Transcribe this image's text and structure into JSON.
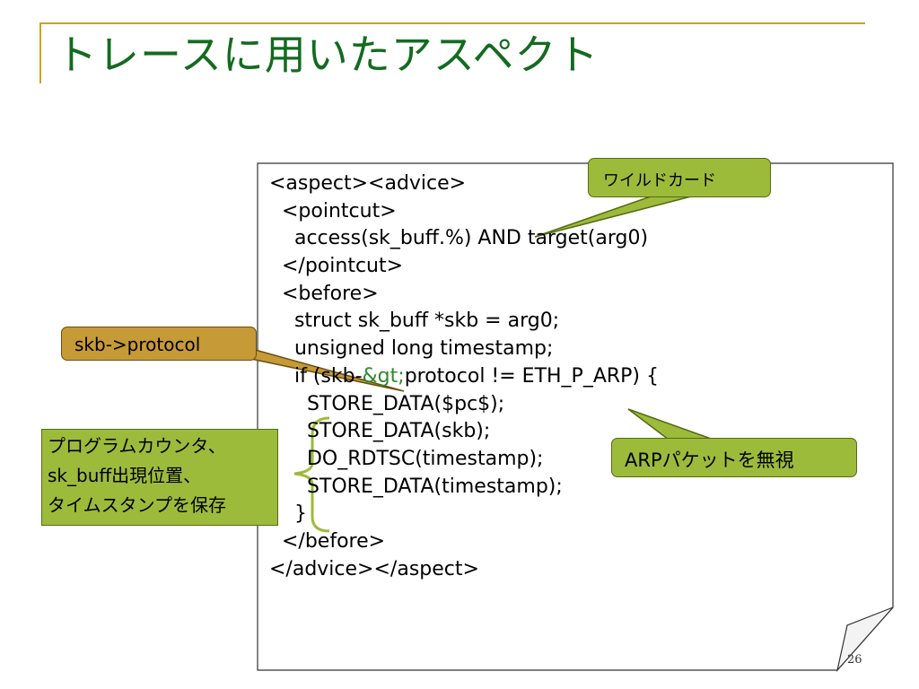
{
  "slide": {
    "title": "トレースに用いたアスペクト",
    "page_number": "26"
  },
  "code": {
    "lines": [
      {
        "pre": "<aspect><advice>",
        "ent": "",
        "post": ""
      },
      {
        "pre": "  <pointcut>",
        "ent": "",
        "post": ""
      },
      {
        "pre": "    access(sk_buff.%) AND target(arg0)",
        "ent": "",
        "post": ""
      },
      {
        "pre": "  </pointcut>",
        "ent": "",
        "post": ""
      },
      {
        "pre": "  <before>",
        "ent": "",
        "post": ""
      },
      {
        "pre": "    struct sk_buff *skb = arg0;",
        "ent": "",
        "post": ""
      },
      {
        "pre": "    unsigned long timestamp;",
        "ent": "",
        "post": ""
      },
      {
        "pre": "    if (skb-",
        "ent": "&gt;",
        "post": "protocol != ETH_P_ARP) {"
      },
      {
        "pre": "      STORE_DATA($pc$);",
        "ent": "",
        "post": ""
      },
      {
        "pre": "      STORE_DATA(skb);",
        "ent": "",
        "post": ""
      },
      {
        "pre": "      DO_RDTSC(timestamp);",
        "ent": "",
        "post": ""
      },
      {
        "pre": "      STORE_DATA(timestamp);",
        "ent": "",
        "post": ""
      },
      {
        "pre": "    }",
        "ent": "",
        "post": ""
      },
      {
        "pre": "  </before>",
        "ent": "",
        "post": ""
      },
      {
        "pre": "</advice></aspect>",
        "ent": "",
        "post": ""
      }
    ]
  },
  "callouts": {
    "wildcard": "ワイルドカード",
    "skb_protocol": "skb->protocol",
    "arp": "ARPパケットを無視",
    "program_counter": [
      "プログラムカウンタ、",
      "sk_buff出現位置、",
      "タイムスタンプを保存"
    ]
  },
  "colors": {
    "title": "#136b1f",
    "title_rule": "#c9a227",
    "callout_green": "#9dbb3b",
    "callout_orange": "#c69a36",
    "bracket": "#9dbb3b",
    "entity_text": "#2e8b2e"
  }
}
